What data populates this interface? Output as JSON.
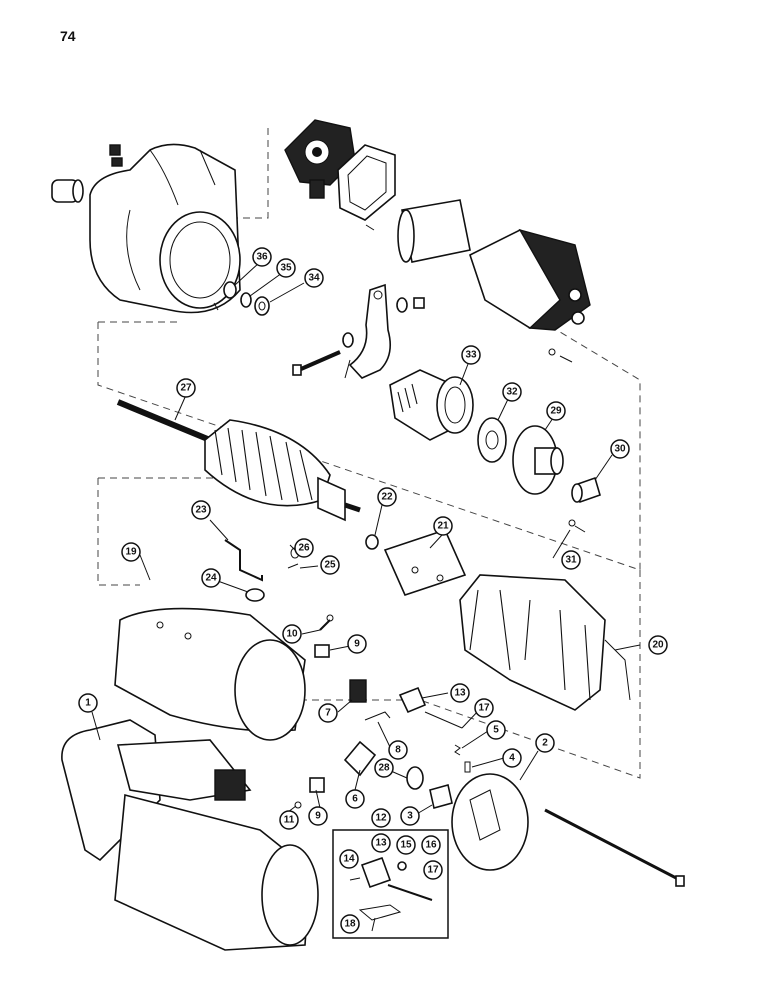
{
  "page": {
    "number": "74"
  },
  "callouts": [
    "1",
    "2",
    "3",
    "4",
    "5",
    "6",
    "7",
    "8",
    "9",
    "10",
    "11",
    "12",
    "13",
    "14",
    "15",
    "16",
    "17",
    "18",
    "19",
    "20",
    "21",
    "22",
    "23",
    "24",
    "25",
    "26",
    "27",
    "28",
    "29",
    "30",
    "31",
    "32",
    "33",
    "34",
    "35",
    "36",
    "9",
    "13",
    "17"
  ]
}
